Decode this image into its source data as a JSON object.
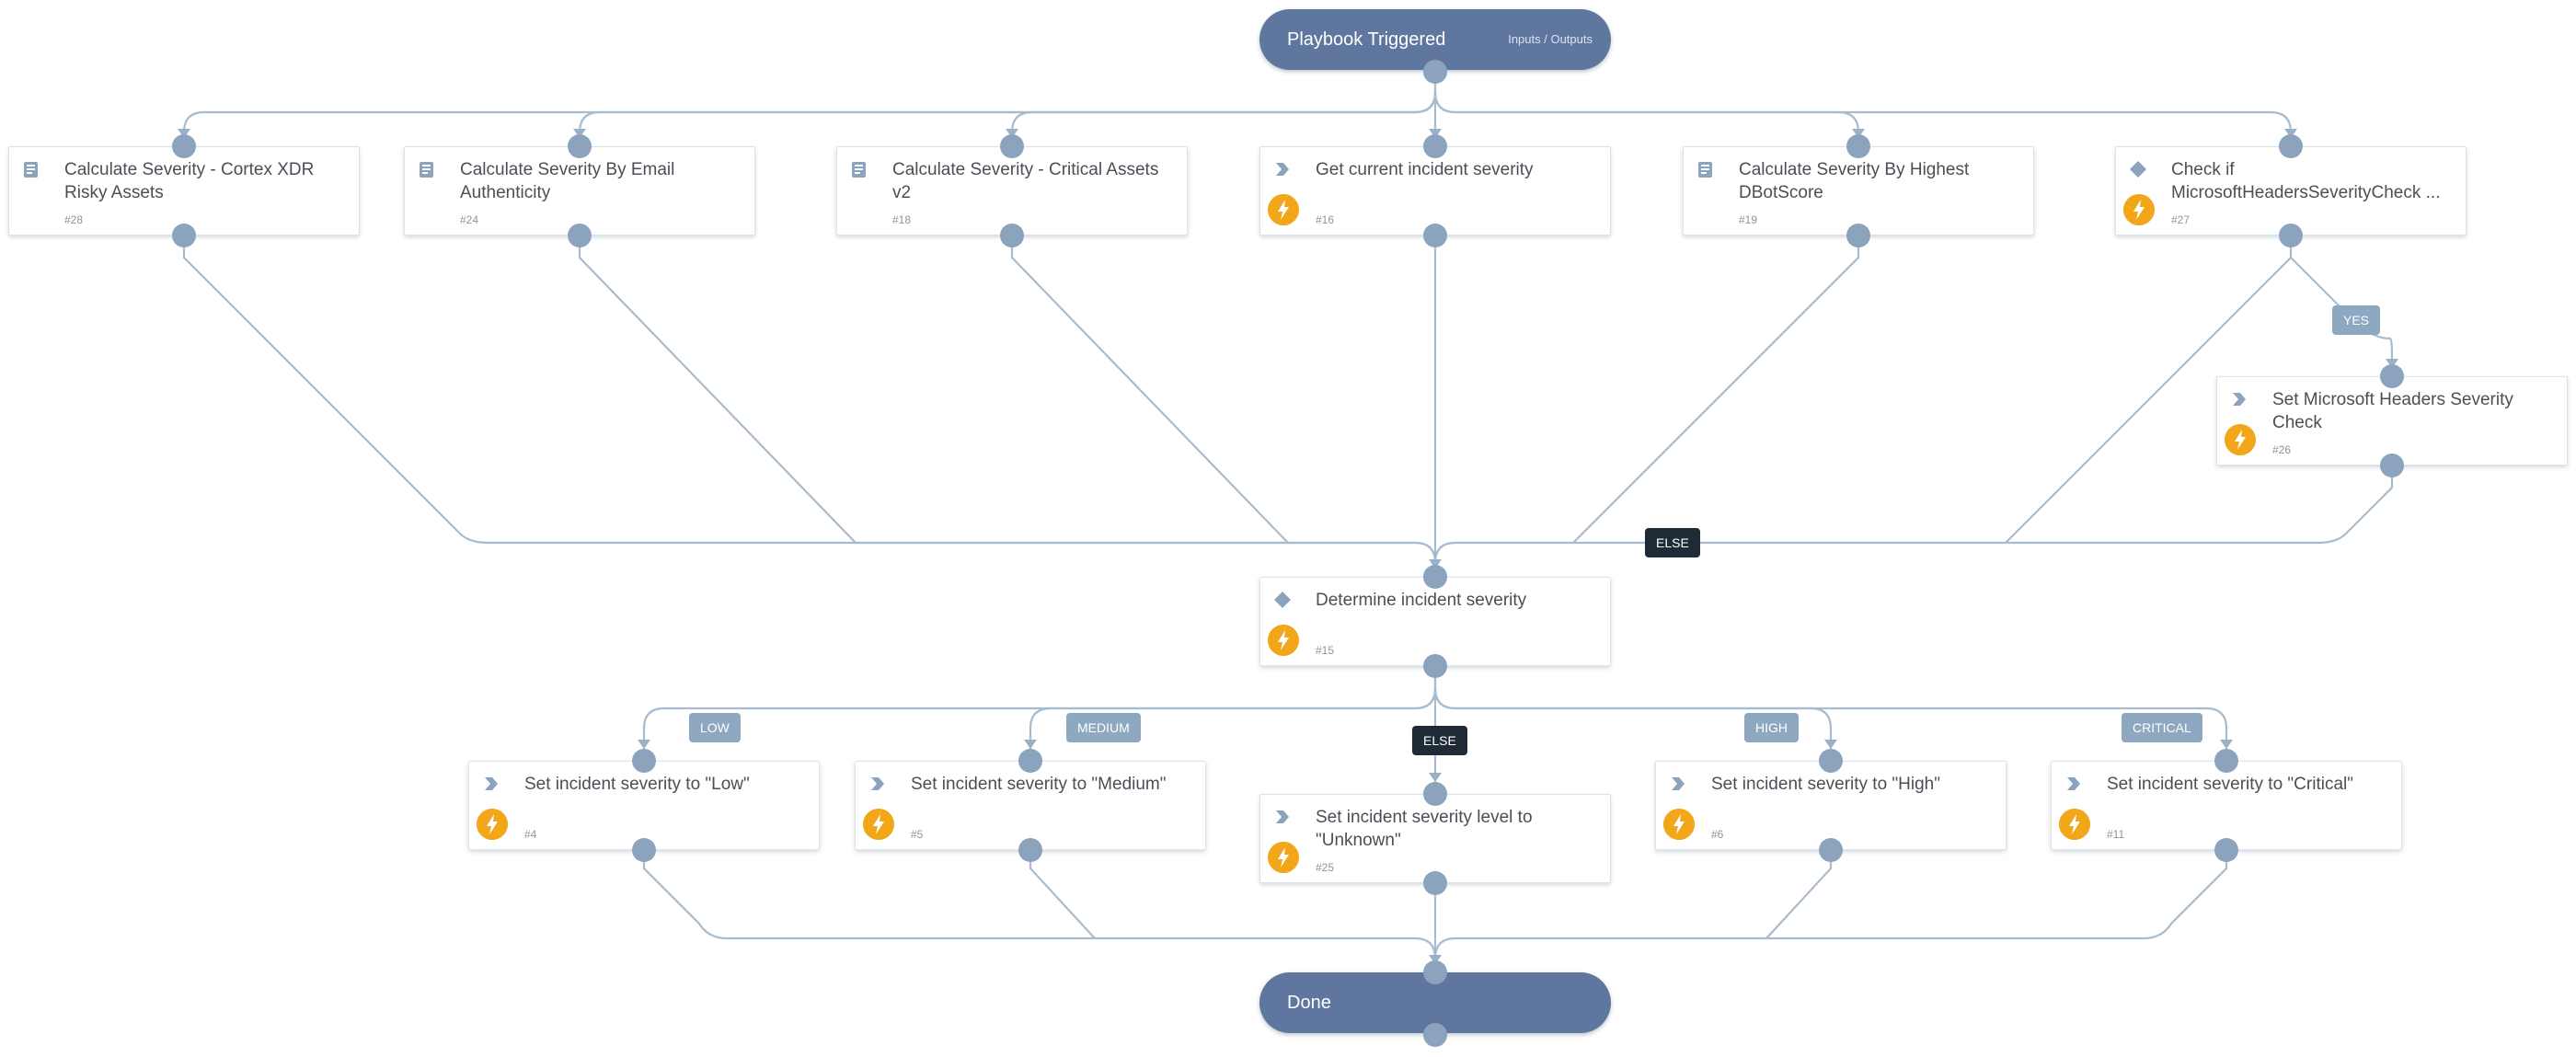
{
  "start": {
    "label": "Playbook Triggered",
    "io_link": "Inputs / Outputs"
  },
  "end": {
    "label": "Done"
  },
  "tasks": {
    "t28": {
      "title": "Calculate Severity - Cortex XDR Risky Assets",
      "id": "#28",
      "type": "playbook-icon"
    },
    "t24": {
      "title": "Calculate Severity By Email Authenticity",
      "id": "#24",
      "type": "playbook-icon"
    },
    "t18": {
      "title": "Calculate Severity - Critical Assets v2",
      "id": "#18",
      "type": "playbook-icon"
    },
    "t16": {
      "title": "Get current incident severity",
      "id": "#16",
      "type": "automation-icon"
    },
    "t19": {
      "title": "Calculate Severity By Highest DBotScore",
      "id": "#19",
      "type": "playbook-icon"
    },
    "t27": {
      "title": "Check if MicrosoftHeadersSeverityCheck ...",
      "id": "#27",
      "type": "condition-icon"
    },
    "t26": {
      "title": "Set Microsoft Headers Severity Check",
      "id": "#26",
      "type": "automation-icon"
    },
    "t15": {
      "title": "Determine incident severity",
      "id": "#15",
      "type": "condition-icon"
    },
    "t4": {
      "title": "Set incident severity to \"Low\"",
      "id": "#4",
      "type": "automation-icon"
    },
    "t5": {
      "title": "Set incident severity to \"Medium\"",
      "id": "#5",
      "type": "automation-icon"
    },
    "t25": {
      "title": "Set incident severity level to \"Unknown\"",
      "id": "#25",
      "type": "automation-icon"
    },
    "t6": {
      "title": "Set incident severity to \"High\"",
      "id": "#6",
      "type": "automation-icon"
    },
    "t11": {
      "title": "Set incident severity to \"Critical\"",
      "id": "#11",
      "type": "automation-icon"
    }
  },
  "branch_labels": {
    "yes": "YES",
    "else_top": "ELSE",
    "low": "LOW",
    "medium": "MEDIUM",
    "else_bottom": "ELSE",
    "high": "HIGH",
    "critical": "CRITICAL"
  },
  "colors": {
    "terminal": "#5f779f",
    "edge": "#a8bccf",
    "port": "#8ba3bd",
    "condition_label": "#8fa8c2",
    "else_label": "#1e2a36",
    "bolt": "#f2a71b"
  }
}
